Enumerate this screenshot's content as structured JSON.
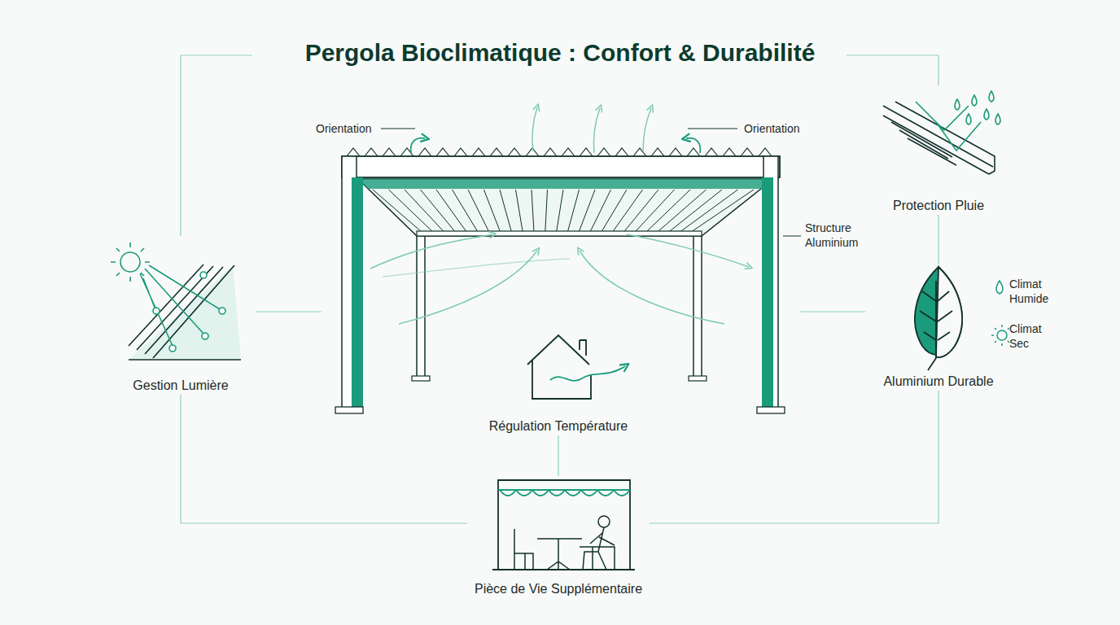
{
  "diagram": {
    "title": "Pergola Bioclimatique : Confort & Durabilité",
    "nodes": [
      {
        "text": [
          "Gestion Lumière"
        ]
      },
      {
        "text": [
          "Protection Pluie"
        ]
      },
      {
        "text": [
          "Aluminium Durable"
        ]
      },
      {
        "text": [
          "Régulation Température"
        ]
      },
      {
        "text": [
          "Pièce de Vie Supplémentaire"
        ]
      }
    ],
    "edges": [
      {
        "from": 0,
        "to": 4,
        "arrow": "none"
      },
      {
        "from": 1,
        "to": 2,
        "arrow": "none"
      },
      {
        "from": 2,
        "to": 4,
        "arrow": "none"
      },
      {
        "from": 3,
        "to": 4,
        "arrow": "none"
      }
    ],
    "labels": [
      "Orientation",
      "Orientation",
      "Structure Aluminium",
      "Climat Humide",
      "Climat Sec"
    ]
  }
}
